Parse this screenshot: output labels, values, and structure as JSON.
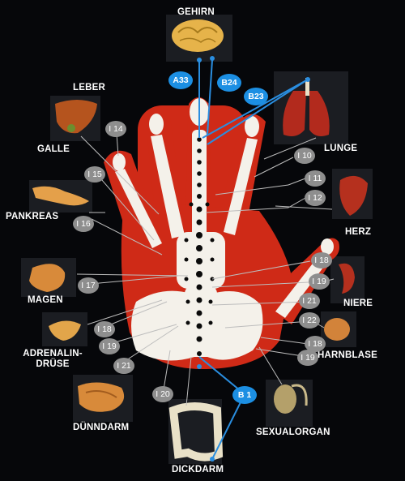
{
  "labels": {
    "gehirn": "GEHIRN",
    "leber": "LEBER",
    "galle": "GALLE",
    "pankreas": "PANKREAS",
    "magen": "MAGEN",
    "adrenalin_line1": "ADRENALIN-",
    "adrenalin_line2": "DRÜSE",
    "duenndarm": "DÜNNDARM",
    "dickdarm": "DICKDARM",
    "sexualorgan": "SEXUALORGAN",
    "harnblase": "HARNBLASE",
    "niere": "NIERE",
    "herz": "HERZ",
    "lunge": "LUNGE"
  },
  "points": {
    "a33": "A33",
    "b24": "B24",
    "b23": "B23",
    "b1": "B 1",
    "i10": "I 10",
    "i11": "I 11",
    "i12": "I 12",
    "i14": "I 14",
    "i15": "I 15",
    "i16": "I 16",
    "i17": "I 17",
    "i18_left": "I 18",
    "i19_left": "I 19",
    "i21_left": "I 21",
    "i20": "I 20",
    "i18_right_top": "I 18",
    "i19_right_top": "I 19",
    "i21_right": "I 21",
    "i22": "I 22",
    "i18_right_low": "I 18",
    "i19_right_low": "I 19"
  },
  "colors": {
    "background": "#06070a",
    "hand": "#cf2a17",
    "bone": "#f4f1ea",
    "meridian_point": "#0a0a0a",
    "grey_badge": "#8e8e8e",
    "blue_badge": "#1c8fe3",
    "connector": "#bdbdbd",
    "blue_connector": "#2a8ee0"
  }
}
